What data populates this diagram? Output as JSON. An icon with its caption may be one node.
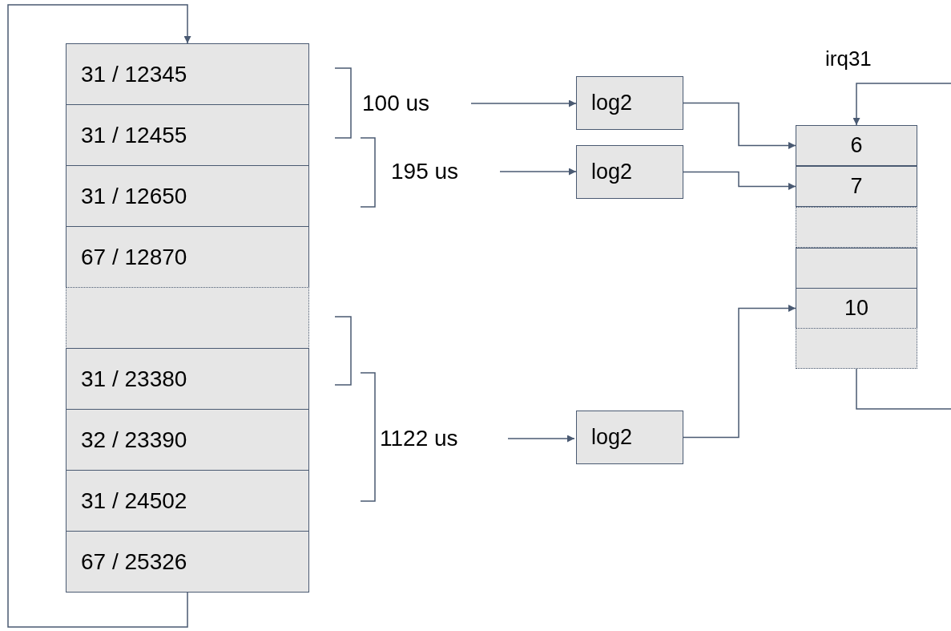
{
  "diagram": {
    "nodes": [
      {
        "text": [
          "31 / 12345"
        ]
      },
      {
        "text": [
          "31 / 12455"
        ]
      },
      {
        "text": [
          "31 / 12650"
        ]
      },
      {
        "text": [
          "67 / 12870"
        ]
      },
      {
        "text": [],
        "shape": "box"
      },
      {
        "text": [
          "31 / 23380"
        ]
      },
      {
        "text": [
          "32 / 23390"
        ]
      },
      {
        "text": [
          "31 / 24502"
        ]
      },
      {
        "text": [
          "67 / 25326"
        ]
      },
      {
        "text": [
          "100 us"
        ]
      },
      {
        "text": [
          "195 us"
        ]
      },
      {
        "text": [
          "1122 us"
        ]
      },
      {
        "text": [
          "log2"
        ]
      },
      {
        "text": [
          "log2"
        ]
      },
      {
        "text": [
          "log2"
        ]
      },
      {
        "text": [
          "6"
        ]
      },
      {
        "text": [
          "7"
        ]
      },
      {
        "text": [],
        "shape": "box"
      },
      {
        "text": [],
        "shape": "box"
      },
      {
        "text": [
          "10"
        ]
      },
      {
        "text": [],
        "shape": "box"
      }
    ],
    "edges": [
      {
        "from": 8,
        "to": 0,
        "arrow": "to"
      },
      {
        "from": 9,
        "to": 12,
        "arrow": "to"
      },
      {
        "from": 10,
        "to": 13,
        "arrow": "to"
      },
      {
        "from": 11,
        "to": 14,
        "arrow": "to"
      },
      {
        "from": 12,
        "to": 15,
        "arrow": "to"
      },
      {
        "from": 13,
        "to": 16,
        "arrow": "to"
      },
      {
        "from": 14,
        "to": 19,
        "arrow": "to"
      },
      {
        "from": null,
        "to": 15,
        "arrow": "to"
      },
      {
        "from": 20,
        "to": null,
        "arrow": "none"
      }
    ],
    "labels": [
      "irq31"
    ]
  }
}
